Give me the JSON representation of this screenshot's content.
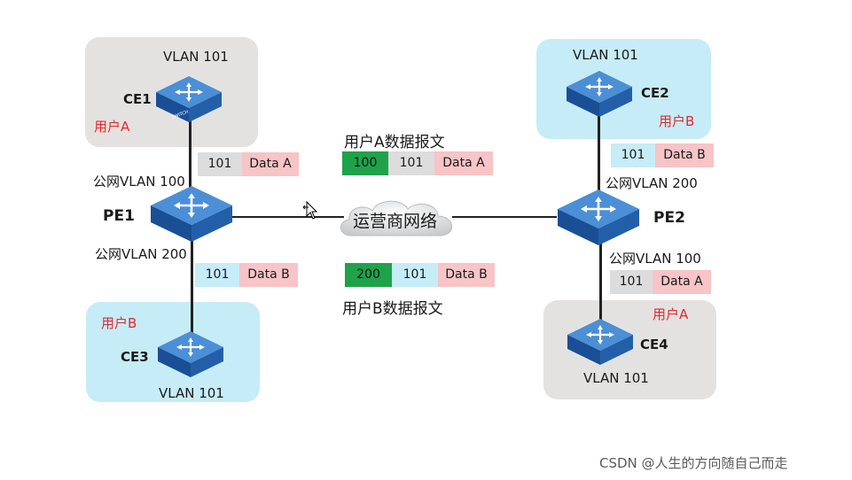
{
  "regions": {
    "ce1": {
      "vlan": "VLAN 101",
      "name": "CE1",
      "user": "用户A"
    },
    "ce2": {
      "vlan": "VLAN 101",
      "name": "CE2",
      "user": "用户B"
    },
    "ce3": {
      "vlan": "VLAN 101",
      "name": "CE3",
      "user": "用户B"
    },
    "ce4": {
      "vlan": "VLAN 101",
      "name": "CE4",
      "user": "用户A"
    }
  },
  "pe1": {
    "name": "PE1",
    "vlan_top": "公网VLAN 100",
    "vlan_bottom": "公网VLAN 200"
  },
  "pe2": {
    "name": "PE2",
    "vlan_top": "公网VLAN 200",
    "vlan_bottom": "公网VLAN 100"
  },
  "cloud": {
    "label": "运营商网络"
  },
  "switch_text": "SWITCH",
  "frames": {
    "pe1_top": {
      "vlan": "101",
      "data": "Data A"
    },
    "pe1_bottom": {
      "vlan": "101",
      "data": "Data B"
    },
    "pe2_top": {
      "vlan": "101",
      "data": "Data B"
    },
    "pe2_bottom": {
      "vlan": "101",
      "data": "Data A"
    },
    "mid_a": {
      "title": "用户A数据报文",
      "outer": "100",
      "vlan": "101",
      "data": "Data A"
    },
    "mid_b": {
      "title": "用户B数据报文",
      "outer": "200",
      "vlan": "101",
      "data": "Data B"
    }
  },
  "watermark": "CSDN @人生的方向随自己而走",
  "colors": {
    "gray_region": "#e4e2e1",
    "blue_region": "#c6ecf7",
    "switch_blue": "#1f63ad",
    "outer_tag": "#1fa24a",
    "data_tag": "#f7c4c7",
    "user_label": "#e8262b"
  }
}
